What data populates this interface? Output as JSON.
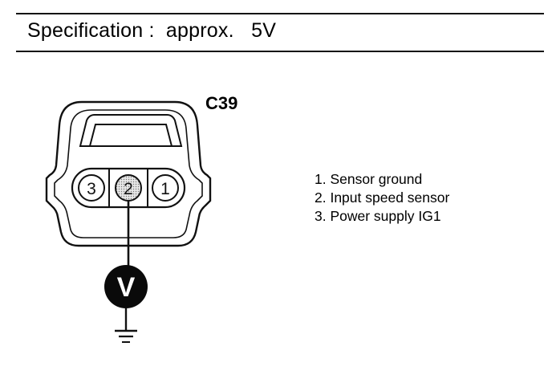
{
  "specification": "Specification :  approx.   5V",
  "connector": {
    "label": "C39",
    "pins": [
      "3",
      "2",
      "1"
    ]
  },
  "meter": {
    "symbol": "V"
  },
  "legend": [
    "1. Sensor ground",
    "2. Input speed sensor",
    "3. Power supply IG1"
  ]
}
